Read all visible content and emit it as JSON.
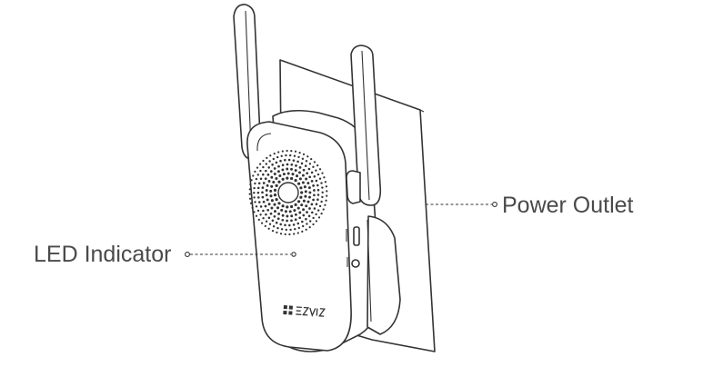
{
  "callouts": {
    "led_indicator": "LED Indicator",
    "power_outlet": "Power Outlet"
  },
  "device": {
    "brand_mark": "EZVIZ"
  },
  "colors": {
    "line": "#333333",
    "label": "#4a4a4a",
    "background": "#ffffff"
  }
}
